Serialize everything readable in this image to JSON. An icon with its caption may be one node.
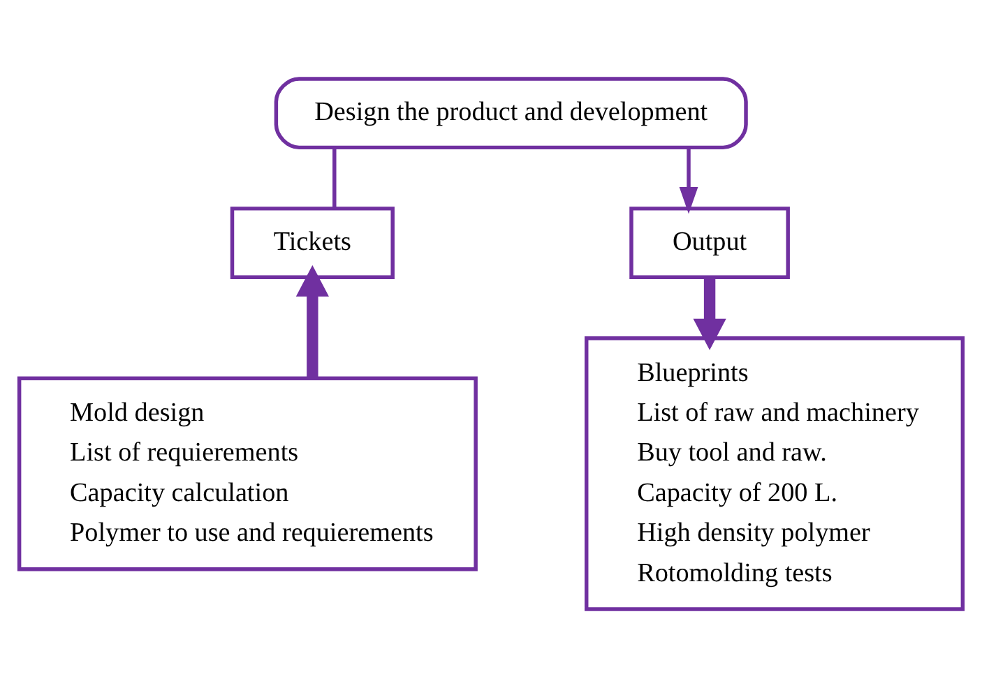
{
  "diagram": {
    "nodes": [
      {
        "text": [
          "Design the product and development"
        ]
      },
      {
        "text": [
          "Tickets"
        ]
      },
      {
        "text": [
          "Output"
        ]
      },
      {
        "text": [
          "Mold design",
          "List of requierements",
          "Capacity calculation",
          "Polymer to use and requierements"
        ]
      },
      {
        "text": [
          "Blueprints",
          "List of raw and machinery",
          "Buy tool and raw.",
          "Capacity of 200 L.",
          "High density polymer",
          "Rotomolding tests"
        ]
      }
    ],
    "edges": [
      {
        "from": 0,
        "to": 1,
        "arrow": "none"
      },
      {
        "from": 0,
        "to": 2,
        "arrow": "to"
      },
      {
        "from": 3,
        "to": 1,
        "arrow": "to",
        "style": "thick"
      },
      {
        "from": 2,
        "to": 4,
        "arrow": "to",
        "style": "thick"
      }
    ]
  }
}
